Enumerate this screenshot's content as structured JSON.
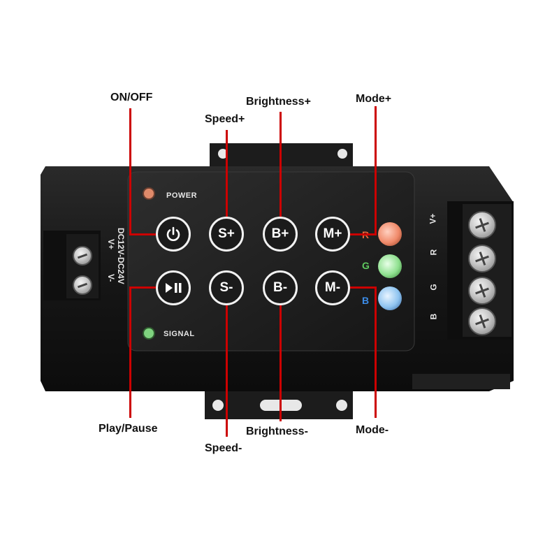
{
  "callouts": {
    "on_off": "ON/OFF",
    "speed_plus": "Speed+",
    "brightness_plus": "Brightness+",
    "mode_plus": "Mode+",
    "play_pause": "Play/Pause",
    "speed_minus": "Speed-",
    "brightness_minus": "Brightness-",
    "mode_minus": "Mode-"
  },
  "panel": {
    "power_label": "POWER",
    "signal_label": "SIGNAL",
    "input_label": "DC12V-DC24V",
    "input_vplus": "V+",
    "input_vminus": "V-"
  },
  "buttons": {
    "speed_plus": "S+",
    "brightness_plus": "B+",
    "mode_plus": "M+",
    "speed_minus": "S-",
    "brightness_minus": "B-",
    "mode_minus": "M-"
  },
  "channel_leds": {
    "r": "R",
    "g": "G",
    "b": "B"
  },
  "output_terminals": {
    "vplus": "V+",
    "r": "R",
    "g": "G",
    "b": "B"
  },
  "colors": {
    "callout_line": "#cc0000",
    "power_led": "#e08a6a",
    "signal_led": "#7fd37f",
    "r_led": "#f08a6a",
    "g_led": "#8fe08f",
    "b_led": "#8fc4f0",
    "r_text": "#e8663a",
    "g_text": "#5fc85f",
    "b_text": "#3c8ce8"
  }
}
